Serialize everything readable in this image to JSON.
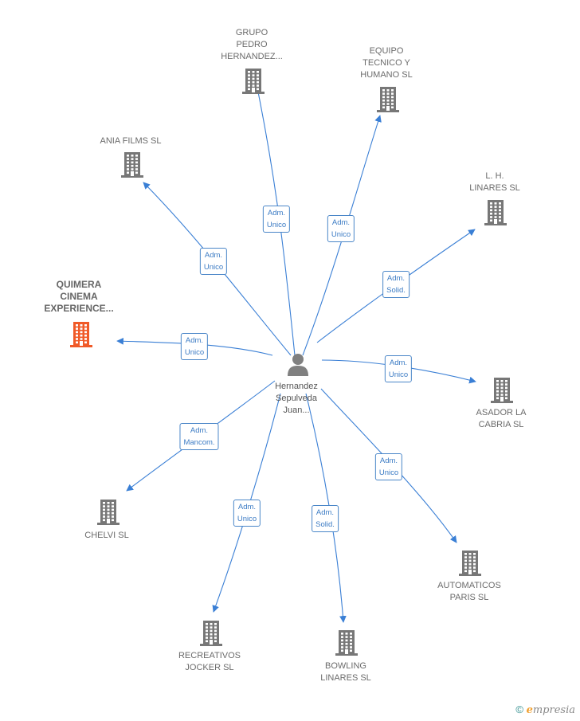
{
  "center": {
    "name": "Hernandez\nSepulveda\nJuan...",
    "icon": "person-icon"
  },
  "colors": {
    "edge": "#3a7fd5",
    "building": "#777777",
    "highlight": "#f05a28"
  },
  "companies": [
    {
      "id": "grupo",
      "name": "GRUPO\nPEDRO\nHERNANDEZ...",
      "role": "Adm.\nUnico",
      "highlight": false
    },
    {
      "id": "equipo",
      "name": "EQUIPO\nTECNICO Y\nHUMANO  SL",
      "role": "Adm.\nUnico",
      "highlight": false
    },
    {
      "id": "ania",
      "name": "ANIA FILMS  SL",
      "role": "Adm.\nUnico",
      "highlight": false
    },
    {
      "id": "lh",
      "name": "L. H.\nLINARES SL",
      "role": "Adm.\nSolid.",
      "highlight": false
    },
    {
      "id": "quimera",
      "name": "QUIMERA\nCINEMA\nEXPERIENCE...",
      "role": "Adm.\nUnico",
      "highlight": true
    },
    {
      "id": "asador",
      "name": "ASADOR LA\nCABRIA SL",
      "role": "Adm.\nUnico",
      "highlight": false
    },
    {
      "id": "chelvi",
      "name": "CHELVI SL",
      "role": "Adm.\nMancom.",
      "highlight": false
    },
    {
      "id": "automaticos",
      "name": "AUTOMATICOS\nPARIS SL",
      "role": "Adm.\nUnico",
      "highlight": false
    },
    {
      "id": "recreativos",
      "name": "RECREATIVOS\nJOCKER  SL",
      "role": "Adm.\nUnico",
      "highlight": false
    },
    {
      "id": "bowling",
      "name": "BOWLING\nLINARES SL",
      "role": "Adm.\nSolid.",
      "highlight": false
    }
  ],
  "brand": {
    "copyright": "©",
    "e": "e",
    "rest": "mpresia"
  }
}
